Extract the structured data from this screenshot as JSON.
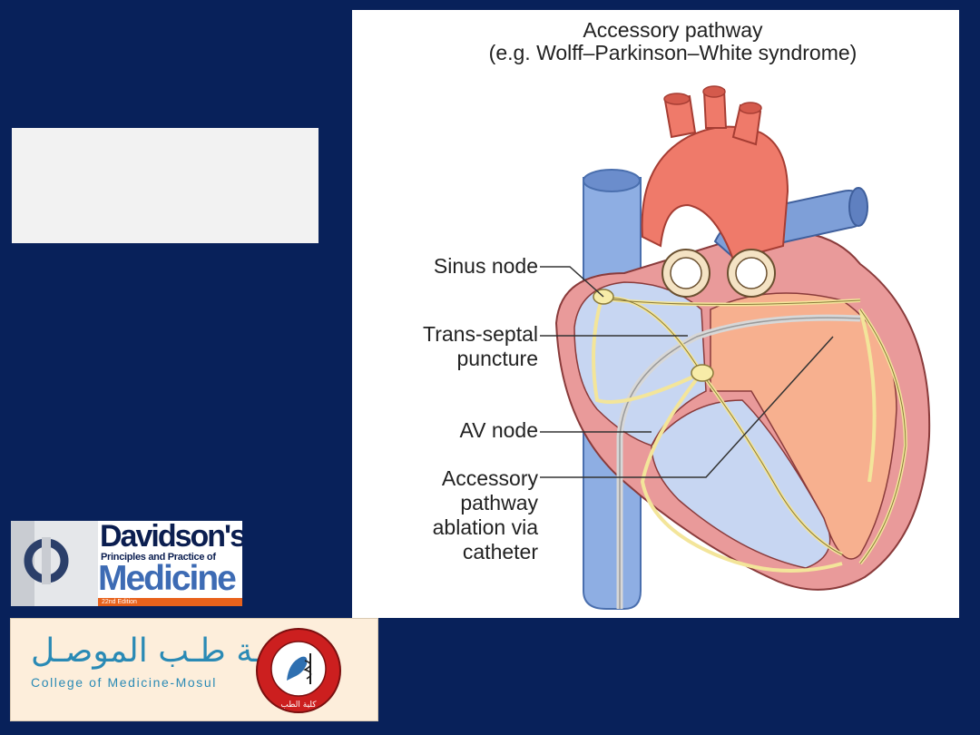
{
  "diagram": {
    "title_line1": "Accessory pathway",
    "title_line2": "(e.g. Wolff–Parkinson–White syndrome)",
    "labels": {
      "sinus_node": "Sinus node",
      "trans_septal": [
        "Trans-septal",
        "puncture"
      ],
      "av_node": "AV node",
      "accessory": [
        "Accessory",
        "pathway",
        "ablation via",
        "catheter"
      ]
    }
  },
  "book_logo": {
    "title": "Davidson's",
    "subtitle": "Principles and Practice of",
    "main": "Medicine",
    "edition": "22nd Edition"
  },
  "college_logo": {
    "arabic": "كليـة طـب الموصـل",
    "english": "College of Medicine-Mosul",
    "seal_text": "كلية الطب"
  },
  "colors": {
    "background": "#08215a",
    "aorta": "#ef7a6a",
    "vein": "#7e9fd8",
    "conduction": "#f3e59a",
    "book_orange": "#e8621c"
  }
}
